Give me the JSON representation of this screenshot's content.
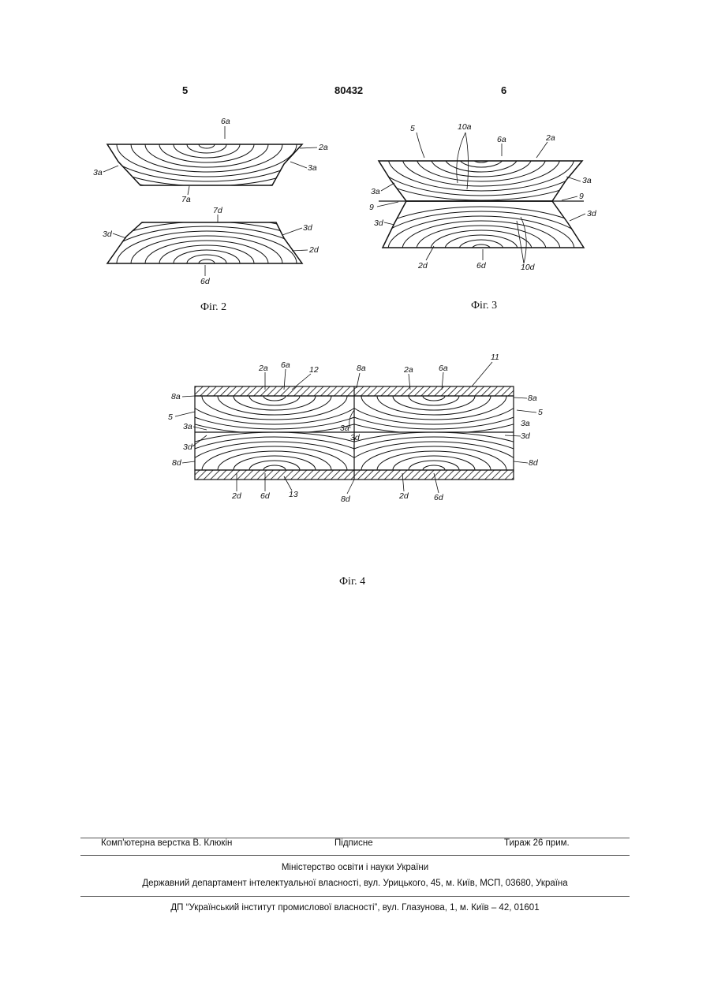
{
  "header": {
    "left_page": "5",
    "patent_no": "80432",
    "right_page": "6"
  },
  "figures": {
    "fig2": {
      "caption": "Фіг. 2",
      "labels": {
        "6a": "6a",
        "2a": "2a",
        "3a_left": "3a",
        "3a_right": "3a",
        "7a": "7a",
        "7d": "7d",
        "3d_left": "3d",
        "3d_right": "3d",
        "2d": "2d",
        "6d": "6d"
      }
    },
    "fig3": {
      "caption": "Фіг. 3",
      "labels": {
        "5": "5",
        "10a": "10a",
        "6a": "6a",
        "2a": "2a",
        "3a_left": "3a",
        "3a_right": "3a",
        "9_left": "9",
        "9_right": "9",
        "3d_left": "3d",
        "3d_right": "3d",
        "2d": "2d",
        "6d": "6d",
        "10d": "10d"
      }
    },
    "fig4": {
      "caption": "Фіг. 4",
      "labels": {
        "2a_l": "2a",
        "6a_l": "6a",
        "12": "12",
        "8a_mid": "8a",
        "2a_r": "2a",
        "6a_r": "6a",
        "11": "11",
        "8a_left": "8a",
        "8a_right": "8a",
        "5_left": "5",
        "5_right": "5",
        "3a_left": "3a",
        "3a_mid": "3a",
        "3a_right": "3a",
        "3d_mid": "3d",
        "3d_left": "3d",
        "3d_right": "3d",
        "8d_left": "8d",
        "8d_right": "8d",
        "2d_l": "2d",
        "6d_l": "6d",
        "13": "13",
        "8d_mid": "8d",
        "2d_r": "2d",
        "6d_r": "6d"
      }
    }
  },
  "footer": {
    "typesetter": "Комп'ютерна верстка В. Клюкін",
    "signed": "Підписне",
    "circulation": "Тираж 26 прим.",
    "ministry": "Міністерство освіти і науки України",
    "department": "Державний департамент інтелектуальної власності, вул. Урицького, 45, м. Київ, МСП, 03680, Україна",
    "institute": "ДП “Український інститут промислової власності”, вул. Глазунова, 1, м. Київ – 42, 01601"
  }
}
